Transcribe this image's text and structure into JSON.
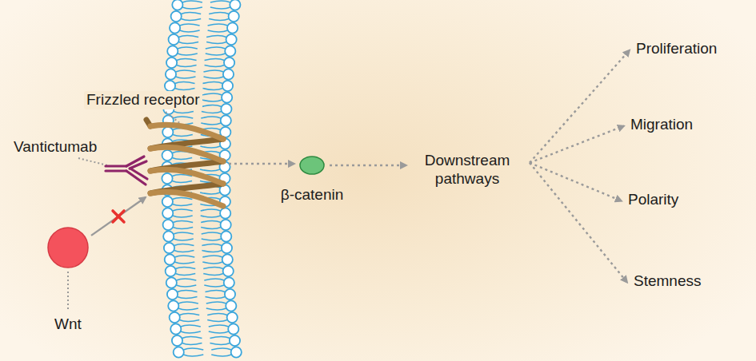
{
  "diagram": {
    "nodes": [
      {
        "text": [
          "Frizzled receptor"
        ]
      },
      {
        "text": [
          "Vantictumab"
        ]
      },
      {
        "text": [
          "Wnt"
        ]
      },
      {
        "text": [
          "β-catenin"
        ]
      },
      {
        "text": [
          "Downstream pathways"
        ]
      },
      {
        "text": [
          "Proliferation"
        ]
      },
      {
        "text": [
          "Migration"
        ]
      },
      {
        "text": [
          "Polarity"
        ]
      },
      {
        "text": [
          "Stemness"
        ]
      }
    ],
    "edges": [
      {
        "from": 2,
        "to": 0,
        "arrow": "to"
      },
      {
        "from": 0,
        "to": 3,
        "arrow": "to"
      },
      {
        "from": 3,
        "to": 4,
        "arrow": "to"
      },
      {
        "from": 4,
        "to": 5,
        "arrow": "to"
      },
      {
        "from": 4,
        "to": 6,
        "arrow": "to"
      },
      {
        "from": 4,
        "to": 7,
        "arrow": "to"
      },
      {
        "from": 4,
        "to": 8,
        "arrow": "to"
      }
    ]
  }
}
